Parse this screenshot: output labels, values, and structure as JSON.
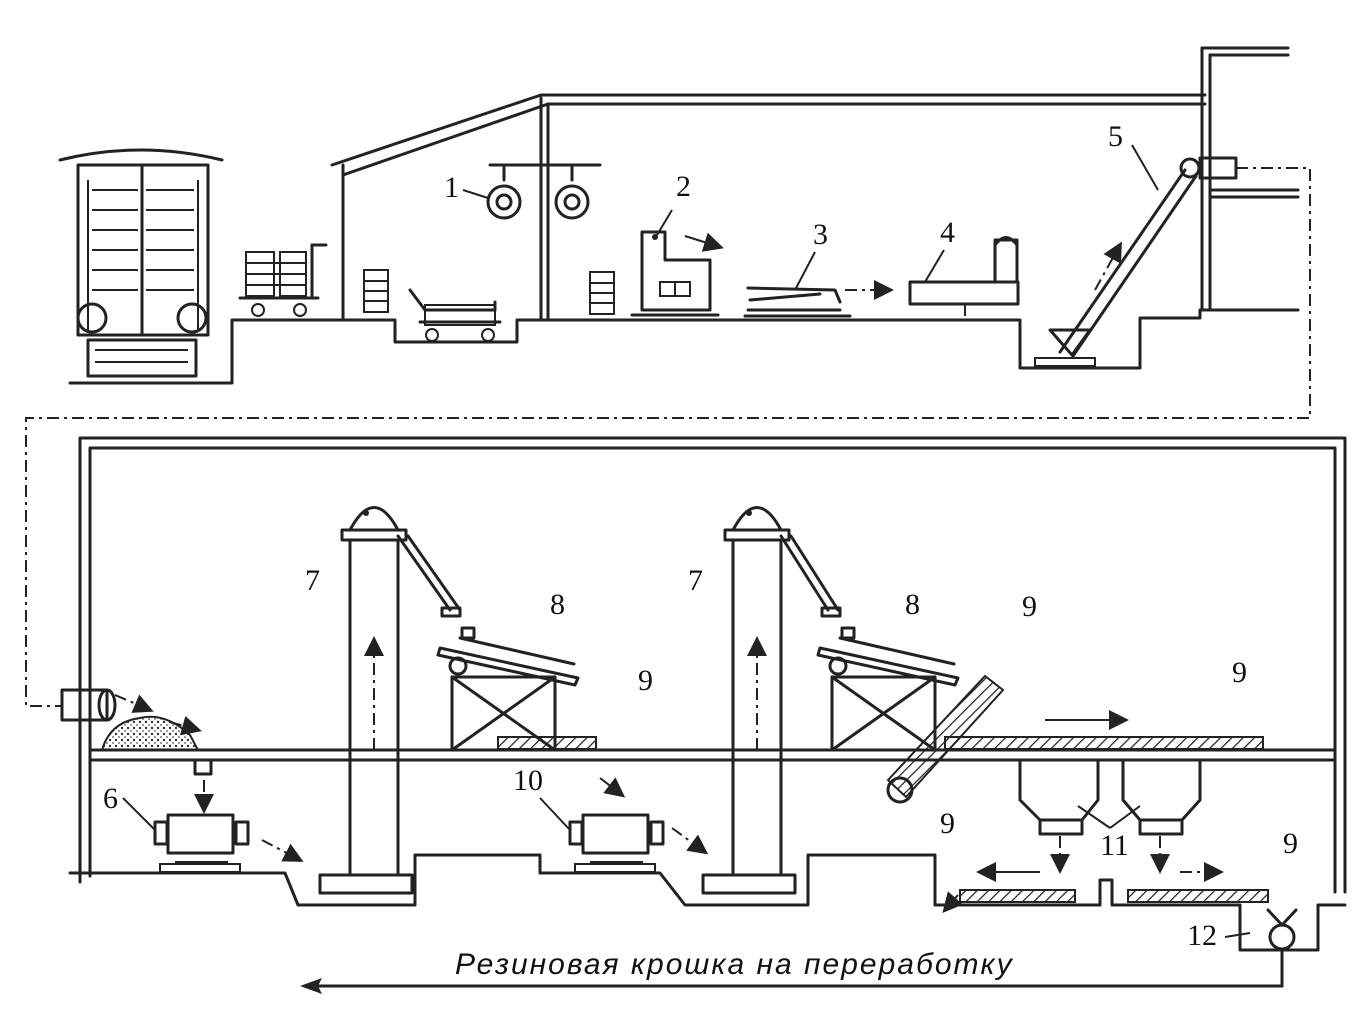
{
  "labels": {
    "n1": "1",
    "n2": "2",
    "n3": "3",
    "n4": "4",
    "n5": "5",
    "n6": "6",
    "n7a": "7",
    "n7b": "7",
    "n8a": "8",
    "n8b": "8",
    "n9a": "9",
    "n9b": "9",
    "n9c": "9",
    "n9d": "9",
    "n9e": "9",
    "n10": "10",
    "n11": "11",
    "n12": "12"
  },
  "caption": "Резиновая крошка на переработку"
}
